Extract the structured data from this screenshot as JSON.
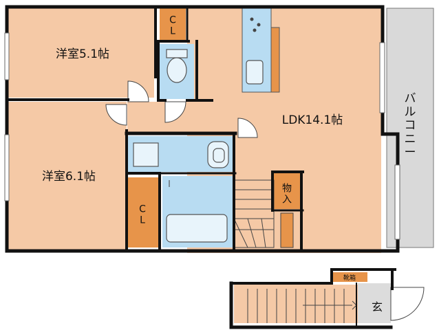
{
  "rooms": {
    "western1": "洋室5.1帖",
    "western2": "洋室6.1帖",
    "ldk": "LDK14.1帖",
    "closet_top": "CL",
    "closet_left": "CL",
    "storage": "物入",
    "balcony": "バルコニー",
    "shoebox": "靴箱",
    "entrance": "玄"
  },
  "colors": {
    "room": "#f5c9a6",
    "closet": "#e7944a",
    "wet": "#b8dcf2",
    "balcony": "#d9d9d9",
    "wall": "#111111"
  }
}
